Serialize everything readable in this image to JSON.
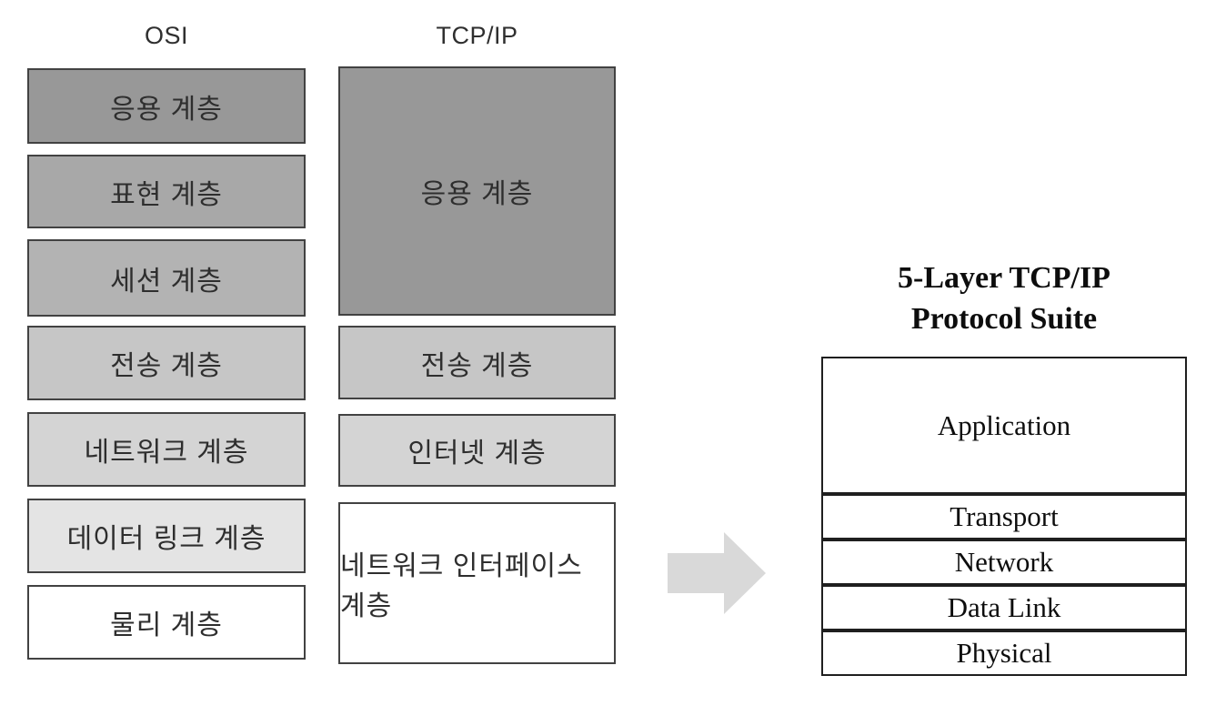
{
  "osi": {
    "title": "OSI",
    "layers": [
      {
        "label": "응용 계층",
        "fill": "#989898"
      },
      {
        "label": "표현 계층",
        "fill": "#a8a8a8"
      },
      {
        "label": "세션 계층",
        "fill": "#b3b3b3"
      },
      {
        "label": "전송 계층",
        "fill": "#c6c6c6"
      },
      {
        "label": "네트워크 계층",
        "fill": "#d4d4d4"
      },
      {
        "label": "데이터 링크 계층",
        "fill": "#e4e4e4"
      },
      {
        "label": "물리 계층",
        "fill": "#ffffff"
      }
    ]
  },
  "tcpip": {
    "title": "TCP/IP",
    "layers": [
      {
        "label": "응용 계층",
        "fill": "#989898",
        "spans_osi_layers": "응용/표현/세션"
      },
      {
        "label": "전송 계층",
        "fill": "#c6c6c6",
        "spans_osi_layers": "전송"
      },
      {
        "label": "인터넷 계층",
        "fill": "#d4d4d4",
        "spans_osi_layers": "네트워크"
      },
      {
        "label": "네트워크 인터페이스 계층",
        "fill": "#ffffff",
        "spans_osi_layers": "데이터 링크/물리"
      }
    ]
  },
  "arrow": {
    "direction": "right",
    "fill": "#d9d9d9"
  },
  "suite": {
    "title_line1": "5-Layer TCP/IP",
    "title_line2": "Protocol Suite",
    "layers": [
      {
        "label": "Application"
      },
      {
        "label": "Transport"
      },
      {
        "label": "Network"
      },
      {
        "label": "Data Link"
      },
      {
        "label": "Physical"
      }
    ]
  }
}
